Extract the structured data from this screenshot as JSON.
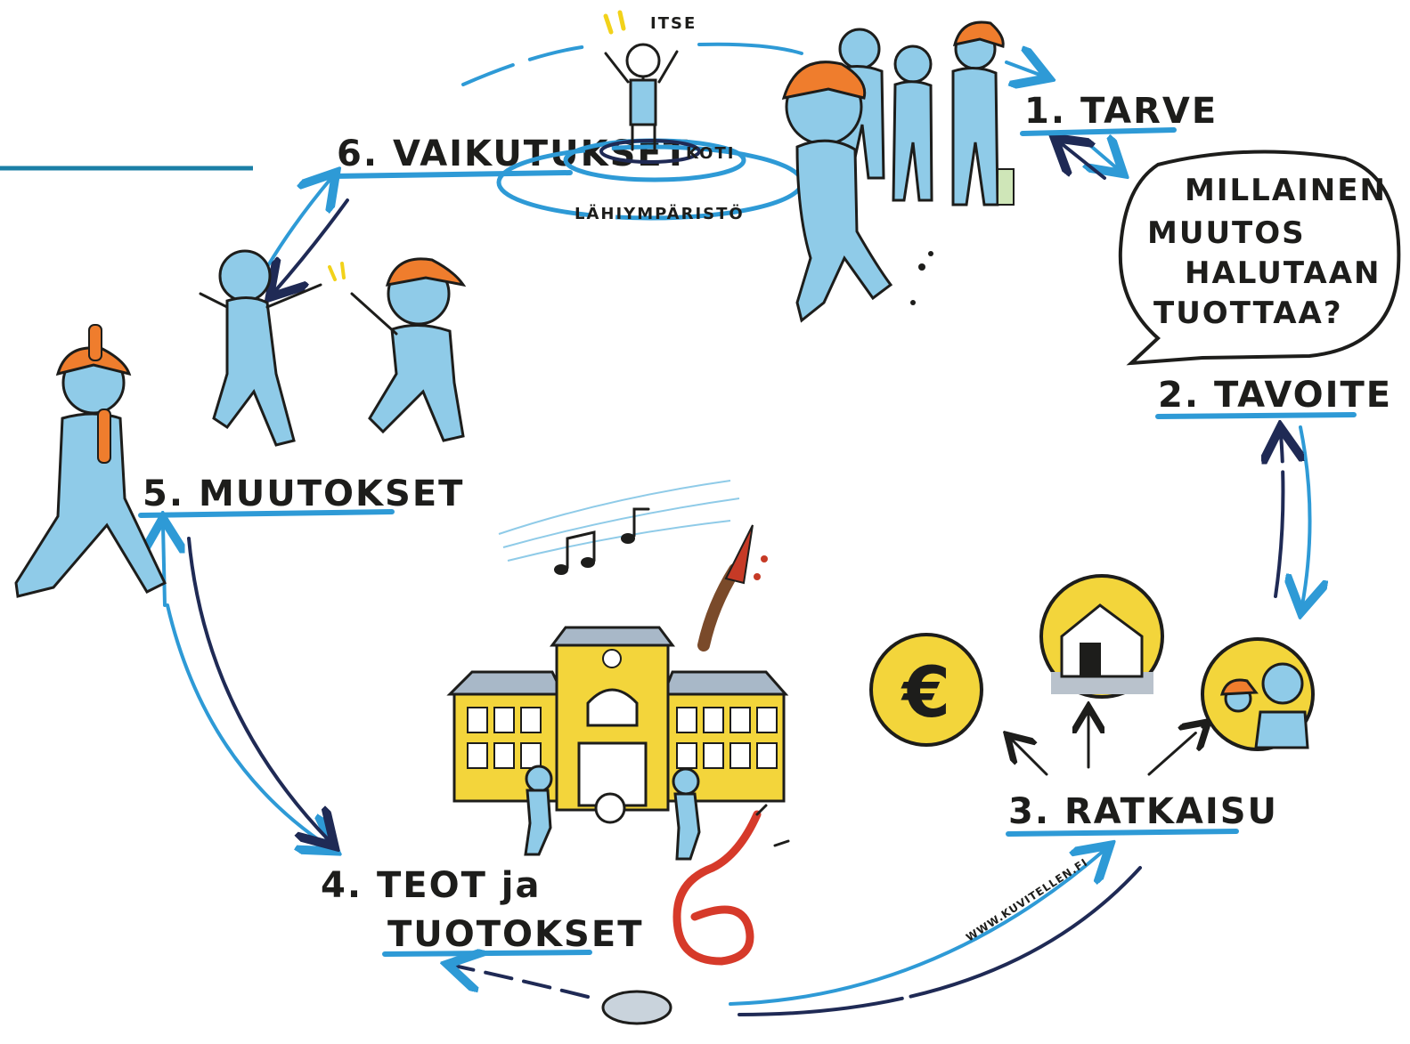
{
  "steps": {
    "s1": "1. TARVE",
    "s2": "2. TAVOITE",
    "s3": "3. RATKAISU",
    "s4_line1": "4. TEOT ja",
    "s4_line2": "TUOTOKSET",
    "s5": "5. MUUTOKSET",
    "s6": "6. VAIKUTUKSET"
  },
  "question_bubble": {
    "line1": "MILLAINEN",
    "line2": "MUUTOS",
    "line3": "HALUTAAN",
    "line4": "TUOTTAA?"
  },
  "impact_levels": {
    "itse": "ITSE",
    "koti": "KOTI",
    "lahiymparisto": "LÄHIYMPÄRISTÖ"
  },
  "watermark": "WWW.KUVITELLEN.FI",
  "colors": {
    "arrow_light": "#2e9ad6",
    "arrow_dark": "#1f2a55",
    "figure": "#8fcbe8",
    "cap": "#ef7d2d",
    "coin": "#f3d53b",
    "school": "#f3d53b",
    "stethoscope": "#d63a2a"
  },
  "icons": [
    "euro-coin-icon",
    "house-coin-icon",
    "people-coin-icon",
    "school-building-icon",
    "stethoscope-icon",
    "music-notes-icon",
    "paintbrush-icon",
    "football-icon"
  ]
}
